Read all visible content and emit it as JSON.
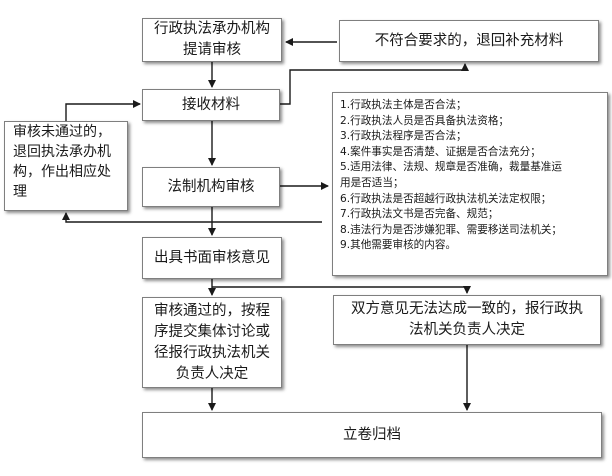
{
  "nodes": {
    "submit": {
      "lines": [
        "行政执法承办机构",
        "提请审核"
      ]
    },
    "reject_supplement": {
      "text": "不符合要求的，退回补充材料"
    },
    "receive": {
      "text": "接收材料"
    },
    "review_fail": {
      "lines": [
        "审核未通过的，",
        "退回执法承办机",
        "构，作出相应处",
        "理"
      ]
    },
    "legal_review": {
      "text": "法制机构审核"
    },
    "written_opinion": {
      "text": "出具书面审核意见"
    },
    "pass": {
      "lines": [
        "审核通过的，按程",
        "序提交集体讨论或",
        "径报行政执法机关",
        "负责人决定"
      ]
    },
    "disagree": {
      "lines": [
        "双方意见无法达成一致的，报行政执",
        "法机关负责人决定"
      ]
    },
    "archive": {
      "text": "立卷归档"
    }
  },
  "criteria": [
    "1.行政执法主体是否合法；",
    "2.行政执法人员是否具备执法资格；",
    "3.行政执法程序是否合法；",
    "4.案件事实是否清楚、证据是否合法充分；",
    "5.适用法律、法规、规章是否准确，裁量基准运",
    "用是否适当；",
    "6.行政执法是否超越行政执法机关法定权限；",
    "7.行政执法文书是否完备、规范；",
    "8.违法行为是否涉嫌犯罪、需要移送司法机关；",
    "9.其他需要审核的内容。"
  ]
}
